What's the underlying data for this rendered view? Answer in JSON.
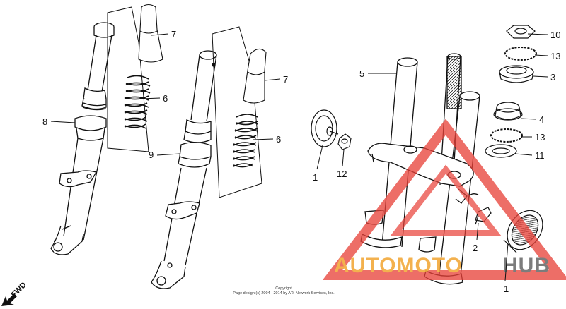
{
  "diagram": {
    "callouts": [
      {
        "id": "c7a",
        "text": "7"
      },
      {
        "id": "c6a",
        "text": "6"
      },
      {
        "id": "c8",
        "text": "8"
      },
      {
        "id": "c7b",
        "text": "7"
      },
      {
        "id": "c6b",
        "text": "6"
      },
      {
        "id": "c9",
        "text": "9"
      },
      {
        "id": "c5",
        "text": "5"
      },
      {
        "id": "c1a",
        "text": "1"
      },
      {
        "id": "c12",
        "text": "12"
      },
      {
        "id": "c10",
        "text": "10"
      },
      {
        "id": "c13a",
        "text": "13"
      },
      {
        "id": "c3",
        "text": "3"
      },
      {
        "id": "c4",
        "text": "4"
      },
      {
        "id": "c13b",
        "text": "13"
      },
      {
        "id": "c11",
        "text": "11"
      },
      {
        "id": "c2",
        "text": "2"
      },
      {
        "id": "c1b",
        "text": "1"
      }
    ],
    "fwd_label": "FWD",
    "copyright_line1": "Copyright",
    "copyright_line2": "Page design (c) 2004 - 2014 by ARI Network Services, Inc.",
    "watermark": {
      "part1": "AUTOMOTO",
      "part2": "HUB",
      "part1_color": "#f2a93b",
      "part2_color": "#6e6e6e",
      "triangle_color": "#e8423a"
    }
  }
}
